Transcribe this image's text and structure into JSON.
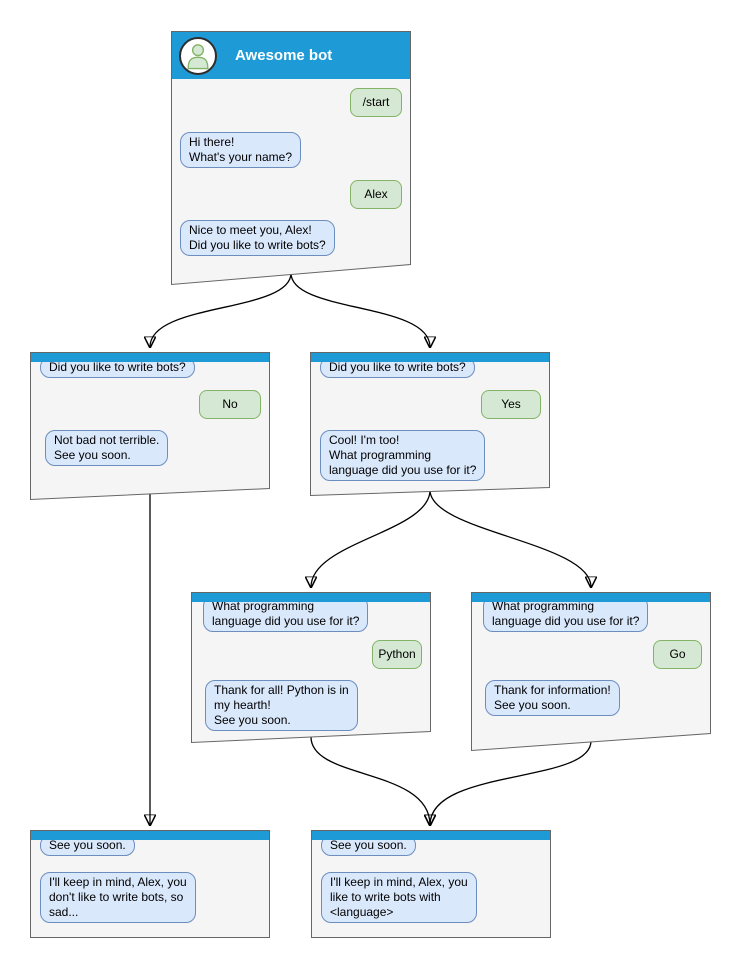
{
  "colors": {
    "header_blue": "#1E9BD7",
    "window_fill": "#F5F5F5",
    "window_border": "#666666",
    "bot_bubble_fill": "#DAE8FC",
    "bot_bubble_border": "#6C8EBF",
    "user_bubble_fill": "#D5E8D4",
    "user_bubble_border": "#82B366"
  },
  "root": {
    "title": "Awesome bot",
    "start_command": "/start",
    "greeting": "Hi there!\nWhat's your name?",
    "user_name": "Alex",
    "question": "Nice to meet you, Alex!\nDid you like to write bots?"
  },
  "no_branch": {
    "question": "Did you like to write bots?",
    "answer": "No",
    "reply": "Not bad not terrible.\nSee you soon."
  },
  "yes_branch": {
    "question": "Did you like to write bots?",
    "answer": "Yes",
    "reply": "Cool! I'm too!\nWhat programming\nlanguage did you use for it?"
  },
  "python_branch": {
    "question": "What programming\nlanguage did you use for it?",
    "answer": "Python",
    "reply": "Thank for all! Python is in\nmy hearth!\nSee you soon."
  },
  "go_branch": {
    "question": "What programming\nlanguage did you use for it?",
    "answer": "Go",
    "reply": "Thank for information!\nSee you soon."
  },
  "end_no": {
    "question": "See you soon.",
    "reply": "I'll keep in mind, Alex, you\ndon't like to write bots, so\nsad..."
  },
  "end_yes": {
    "question": "See you soon.",
    "reply": "I'll keep in mind, Alex, you\nlike to write bots with\n<language>"
  }
}
